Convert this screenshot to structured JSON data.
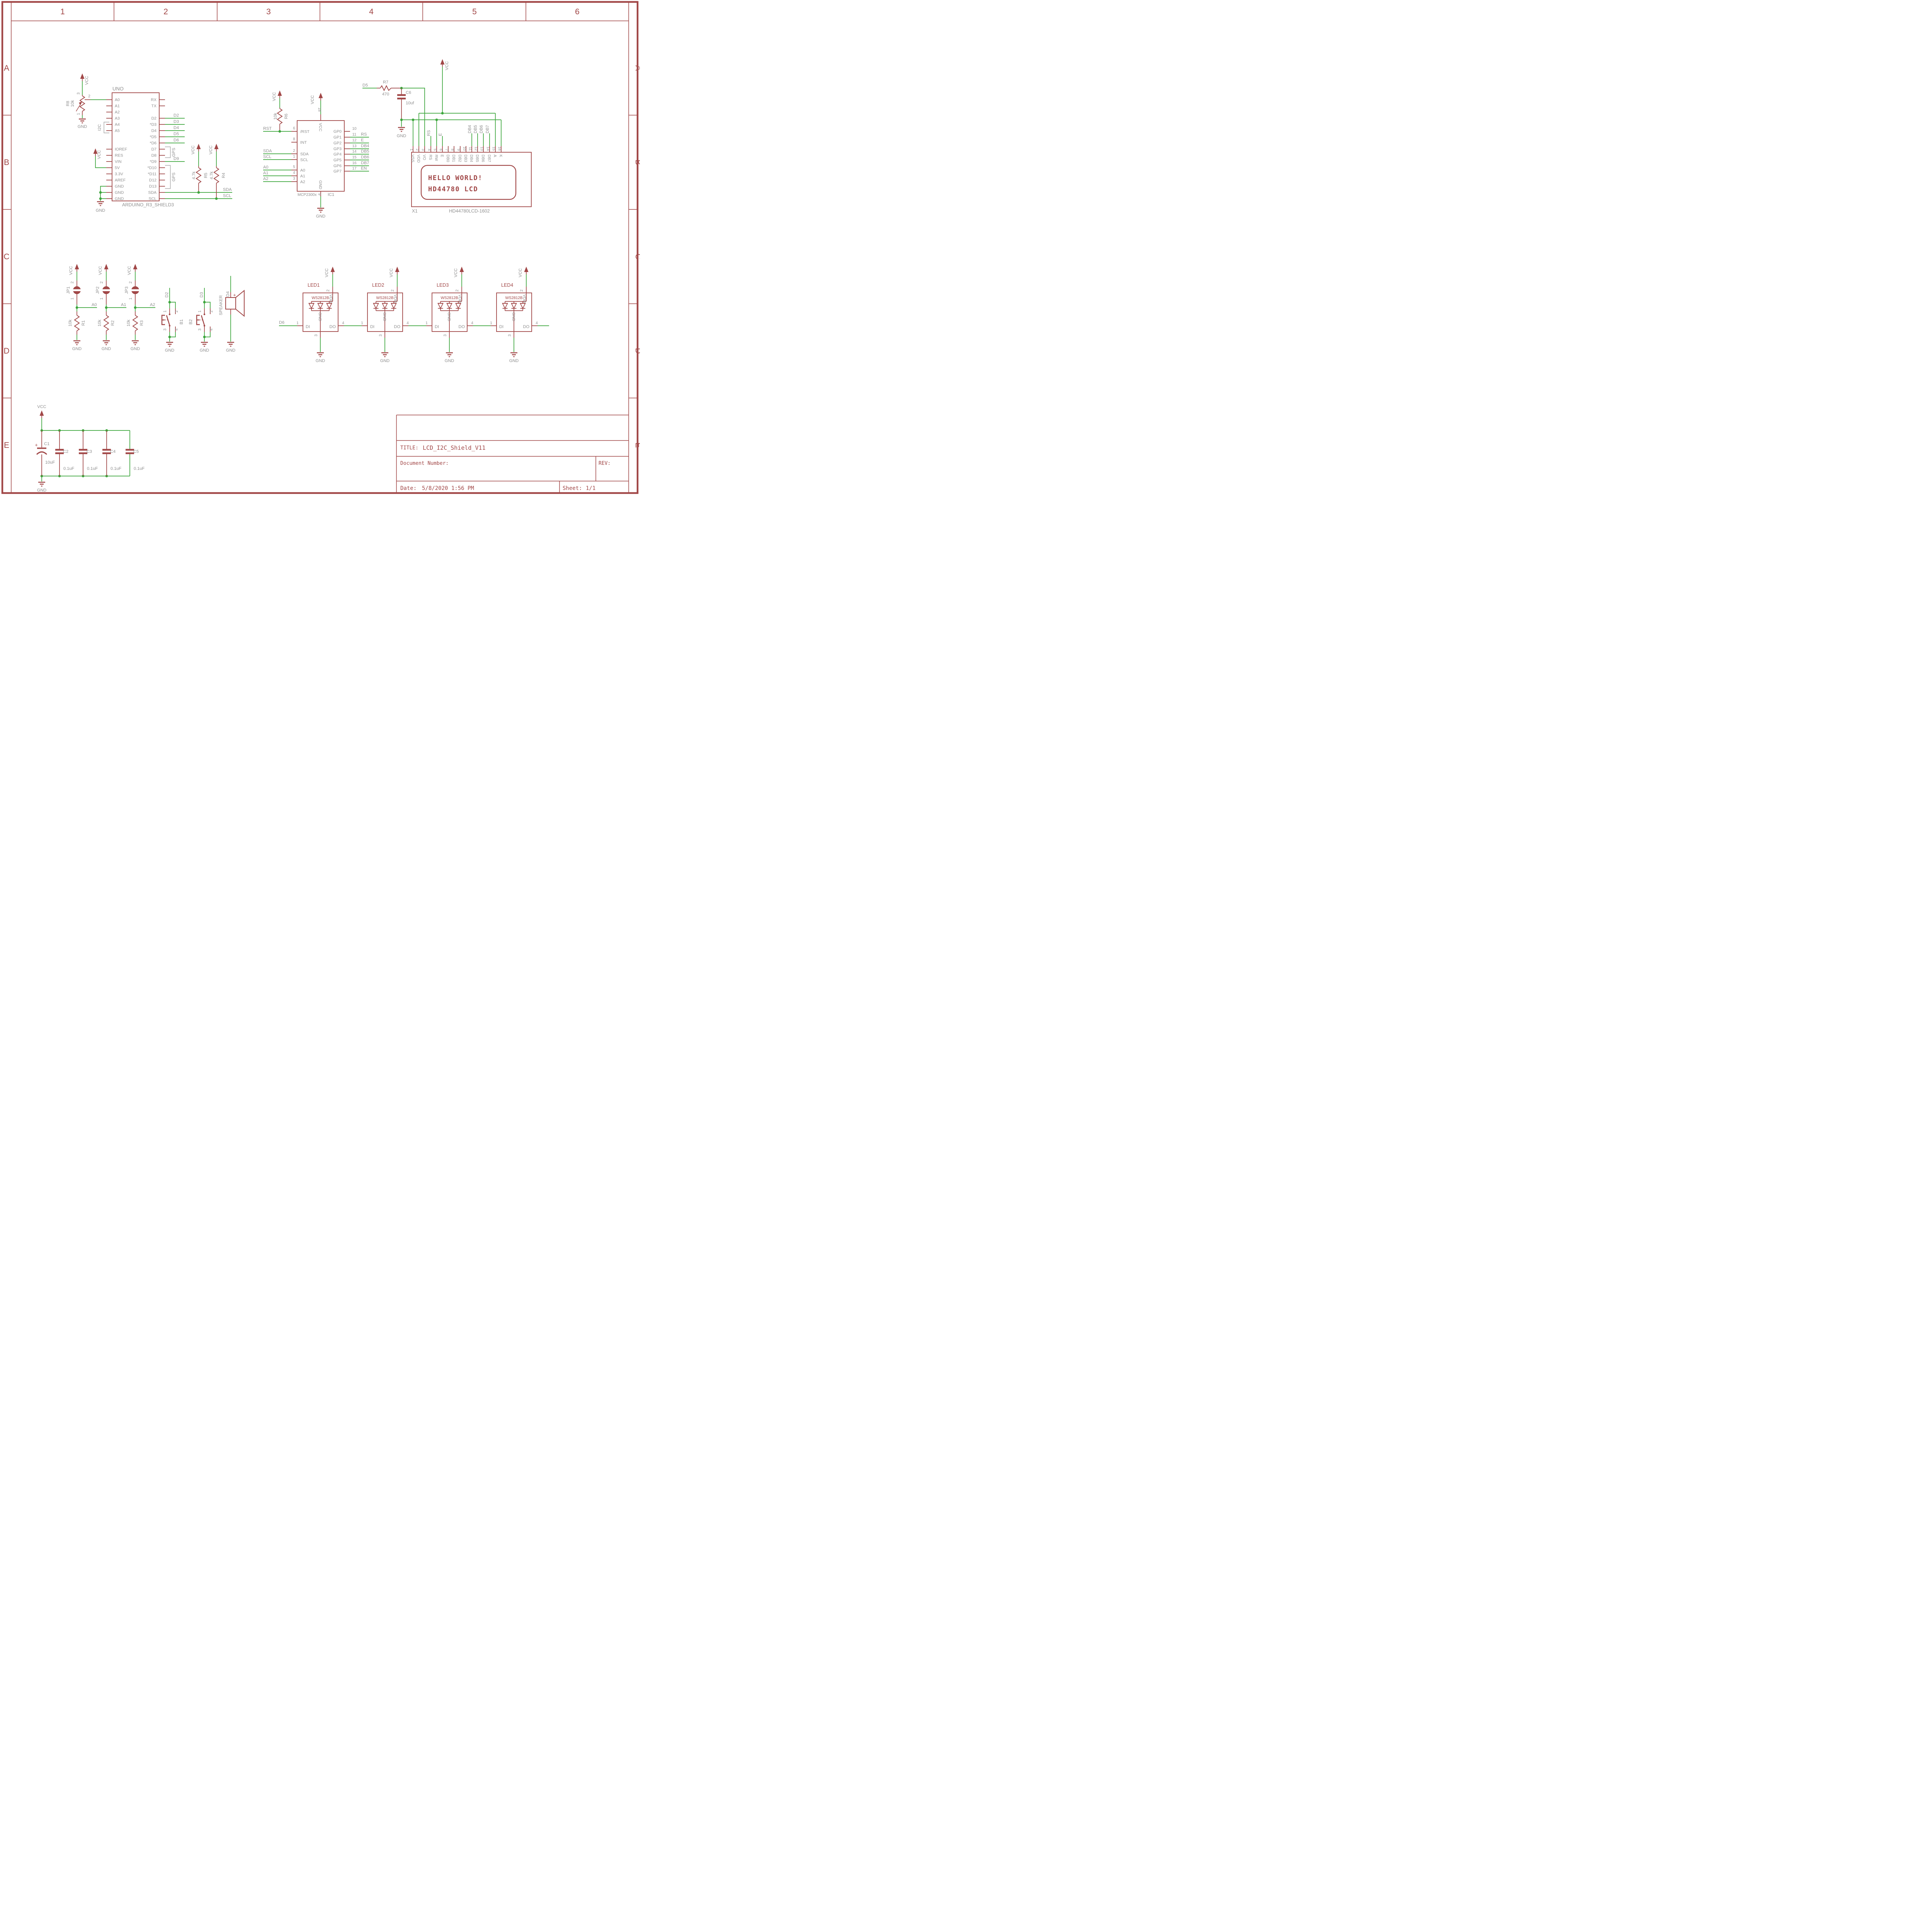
{
  "frame": {
    "cols": [
      "1",
      "2",
      "3",
      "4",
      "5",
      "6"
    ],
    "rows": [
      "A",
      "B",
      "C",
      "D",
      "E"
    ]
  },
  "title_block": {
    "title_label": "TITLE:",
    "title": "LCD_I2C_Shield_V11",
    "doc_label": "Document Number:",
    "rev_label": "REV:",
    "date_label": "Date:",
    "date": "5/8/2020 1:56 PM",
    "sheet_label": "Sheet:",
    "sheet": "1/1"
  },
  "colors": {
    "symbol": "#a14747",
    "wire": "#3da63d",
    "label_gray": "#8f8f8f",
    "background": "#ffffff"
  },
  "power": {
    "vcc": "VCC",
    "gnd": "GND"
  },
  "nets": {
    "d2": "D2",
    "d3": "D3",
    "d4": "D4",
    "d5": "D5",
    "d6": "D6",
    "d9": "D9",
    "sda": "SDA",
    "scl": "SCL",
    "rst": "RST",
    "a0": "A0",
    "a1": "A1",
    "a2": "A2",
    "rs": "RS",
    "e": "E",
    "db4": "DB4",
    "db5": "DB5",
    "db6": "DB6",
    "db7": "DB7",
    "en": "EN"
  },
  "uno": {
    "title": "UNO",
    "part": "ARDUINO_R3_SHIELD3",
    "i2c": "I2C",
    "gps": "GPS",
    "left": [
      "A0",
      "A1",
      "A2",
      "A3",
      "A4",
      "A5",
      "IOREF",
      "RES",
      "VIN",
      "5V",
      "3.3V",
      "AREF",
      "GND",
      "GND",
      "GND"
    ],
    "right": [
      "RX",
      "TX",
      "D2",
      "*D3",
      "D4",
      "*D5",
      "*D6",
      "D7",
      "D8",
      "*D9",
      "*D10",
      "*D11",
      "D12",
      "D13",
      "SDA",
      "SCL"
    ]
  },
  "r8": {
    "name": "R8",
    "value": "10k",
    "p1": "1",
    "p2": "2",
    "p3": "3"
  },
  "r5": {
    "name": "R5",
    "value": "4.7k"
  },
  "r4": {
    "name": "R4",
    "value": "4.7k"
  },
  "r6": {
    "name": "R6",
    "value": "10k"
  },
  "r7": {
    "name": "R7",
    "value": "470"
  },
  "c6": {
    "name": "C6",
    "value": "10uf"
  },
  "mcp": {
    "part": "MCP2300x",
    "ref": "IC1",
    "num_top": "18",
    "num_bot": "9",
    "vcc": "VCC",
    "gnd": "GND",
    "left": [
      {
        "n": "6",
        "p": "/RST"
      },
      {
        "n": "8",
        "p": "INT"
      },
      {
        "n": "2",
        "p": "SDA"
      },
      {
        "n": "1",
        "p": "SCL"
      },
      {
        "n": "5",
        "p": "A0"
      },
      {
        "n": "4",
        "p": "A1"
      },
      {
        "n": "3",
        "p": "A2"
      }
    ],
    "right": [
      {
        "n": "10",
        "p": "GP0"
      },
      {
        "n": "11",
        "p": "GP1"
      },
      {
        "n": "12",
        "p": "GP2"
      },
      {
        "n": "13",
        "p": "GP3"
      },
      {
        "n": "14",
        "p": "GP4"
      },
      {
        "n": "15",
        "p": "GP5"
      },
      {
        "n": "16",
        "p": "GP6"
      },
      {
        "n": "17",
        "p": "GP7"
      }
    ]
  },
  "lcd": {
    "ref": "X1",
    "part": "HD44780LCD-1602",
    "line1": "HELLO WORLD!",
    "line2": "HD44780 LCD",
    "numbers": [
      "1",
      "2",
      "3",
      "4",
      "5",
      "6",
      "7",
      "8",
      "9",
      "10",
      "11",
      "12",
      "13",
      "14",
      "15",
      "16"
    ],
    "names": [
      "VSS",
      "VDD",
      "VO",
      "RS",
      "RW",
      "E",
      "DB0",
      "DB1",
      "DB2",
      "DB3",
      "DB4",
      "DB5",
      "DB6",
      "DB7",
      "A",
      "K"
    ]
  },
  "jumpers": [
    {
      "name": "JP1",
      "net": "A0",
      "res": "R1",
      "val": "10k"
    },
    {
      "name": "JP2",
      "net": "A1",
      "res": "R2",
      "val": "10k"
    },
    {
      "name": "JP3",
      "net": "A2",
      "res": "R3",
      "val": "10k"
    }
  ],
  "jp_pins": {
    "p1": "1",
    "p2": "2"
  },
  "buttons": [
    {
      "name": "B1",
      "net": "D2"
    },
    {
      "name": "B2",
      "net": "D3"
    }
  ],
  "btn_pins": {
    "n1": "1",
    "n2": "2",
    "n3": "3",
    "n4": "4"
  },
  "speaker": {
    "label": "SPEAKER",
    "net": "D4",
    "plus": "+"
  },
  "leds": [
    {
      "name": "LED1"
    },
    {
      "name": "LED2"
    },
    {
      "name": "LED3"
    },
    {
      "name": "LED4"
    }
  ],
  "led_common": {
    "part": "WS2812B",
    "di": "DI",
    "dout": "DO",
    "gnd": "GND",
    "vdd": "VDD",
    "n_di": "1",
    "n_vdd": "2",
    "n_gnd": "3",
    "n_do": "4",
    "chain_net": "D6"
  },
  "caps": {
    "c1": {
      "name": "C1",
      "value": "10uF",
      "plus": "+"
    },
    "list": [
      {
        "name": "C2",
        "value": "0.1uF"
      },
      {
        "name": "C3",
        "value": "0.1uF"
      },
      {
        "name": "C4",
        "value": "0.1uF"
      },
      {
        "name": "C5",
        "value": "0.1uF"
      }
    ]
  }
}
